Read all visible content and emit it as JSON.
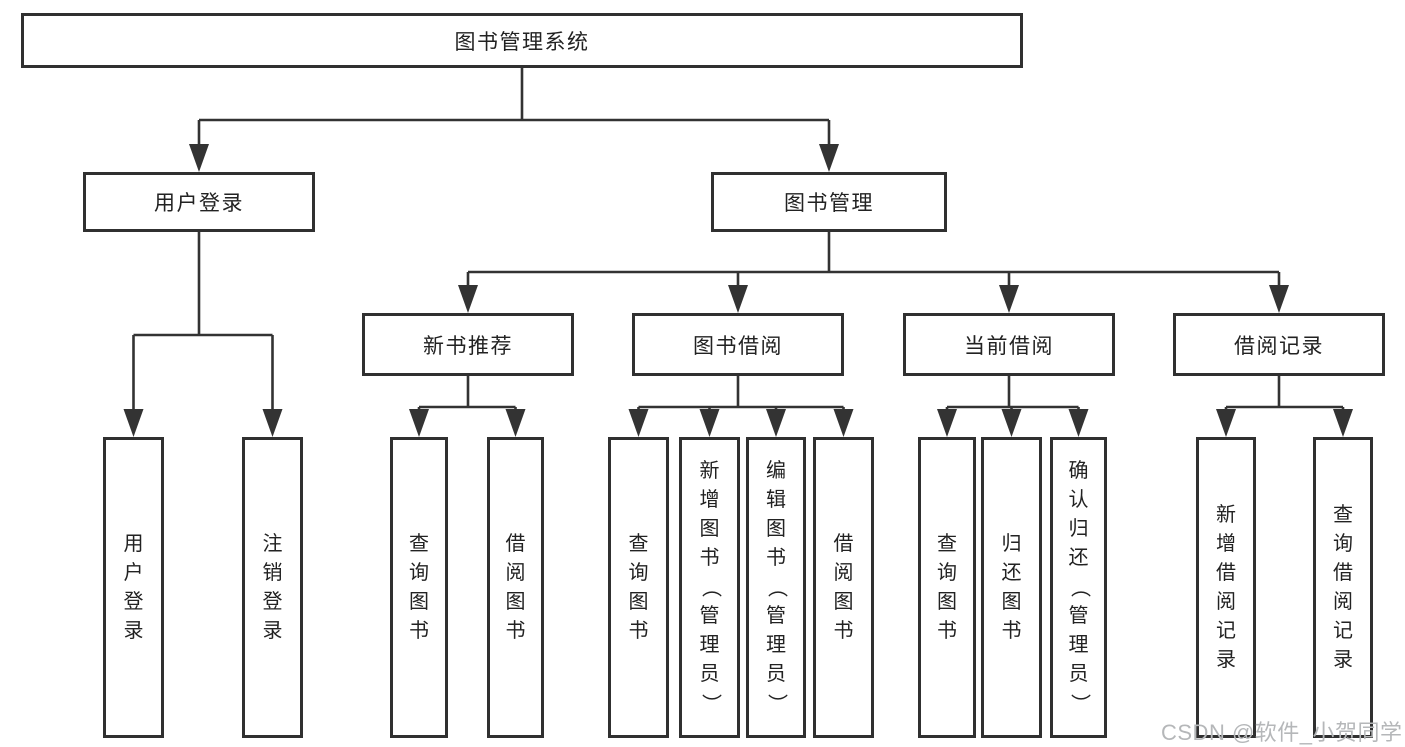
{
  "diagram": {
    "title": "图书管理系统",
    "branches": {
      "user_login": {
        "label": "用户登录",
        "children": [
          "用户登录",
          "注销登录"
        ]
      },
      "book_management": {
        "label": "图书管理",
        "children": {
          "new_book_recommend": {
            "label": "新书推荐",
            "children": [
              "查询图书",
              "借阅图书"
            ]
          },
          "book_borrowing": {
            "label": "图书借阅",
            "children": [
              "查询图书",
              "新增图书（管理员）",
              "编辑图书（管理员）",
              "借阅图书"
            ]
          },
          "current_borrowing": {
            "label": "当前借阅",
            "children": [
              "查询图书",
              "归还图书",
              "确认归还（管理员）"
            ]
          },
          "borrowing_records": {
            "label": "借阅记录",
            "children": [
              "新增借阅记录",
              "查询借阅记录"
            ]
          }
        }
      }
    }
  },
  "watermark": "CSDN @软件_小贺同学",
  "colors": {
    "line": "#333333",
    "text": "#222222",
    "watermark": "#b5b7b9",
    "background": "#ffffff"
  }
}
